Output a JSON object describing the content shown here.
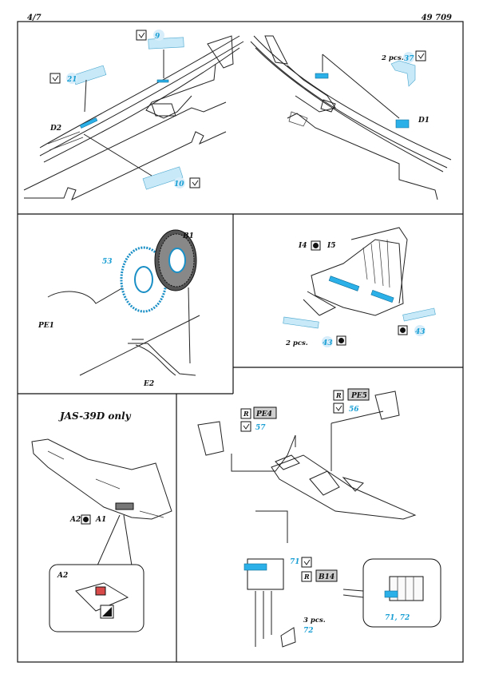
{
  "header": {
    "page": "4/7",
    "kit_number": "49 709"
  },
  "panel1": {
    "labels": {
      "d2": "D2",
      "d1": "D1",
      "multiplier_37": "2 pcs."
    },
    "parts": [
      "9",
      "21",
      "10",
      "37"
    ]
  },
  "panel2": {
    "labels": {
      "b1": "B1",
      "pe1": "PE1",
      "e2": "E2"
    },
    "parts": [
      "53"
    ]
  },
  "panel3": {
    "labels": {
      "i4": "I4",
      "i5": "I5",
      "multiplier_43": "2 pcs."
    },
    "parts": [
      "43",
      "43"
    ]
  },
  "panel4": {
    "title": "JAS-39D only",
    "labels": {
      "a2": "A2",
      "a1": "A1",
      "a2_detail": "A2"
    }
  },
  "panel5": {
    "labels": {
      "pe5": "PE5",
      "pe4": "PE4",
      "b14": "B14",
      "multiplier_72": "3 pcs.",
      "detail_parts": "71, 72"
    },
    "parts": [
      "56",
      "57",
      "71",
      "72"
    ]
  },
  "colors": {
    "etch_blue": "#2bb0e8",
    "part_number_blue": "#1a9fd4",
    "line": "#111111"
  }
}
